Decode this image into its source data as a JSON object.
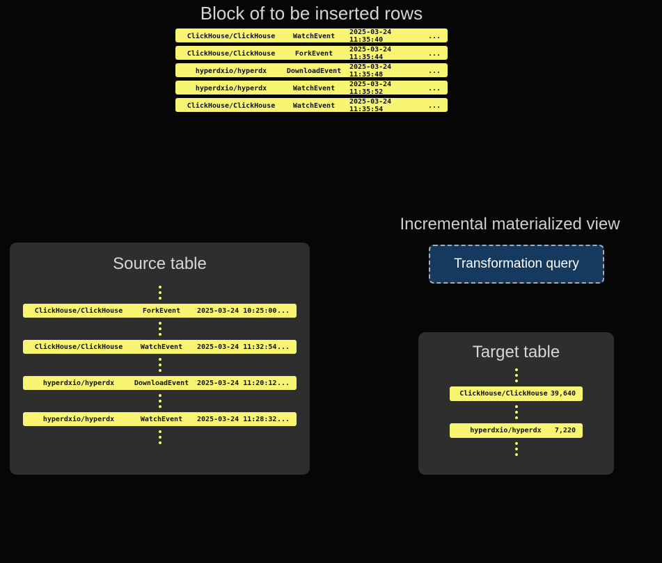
{
  "colors": {
    "background": "#060606",
    "row_yellow": "#F8F572",
    "panel_bg": "#2e2e2e",
    "heading_text": "#d4d4d4",
    "query_box_bg": "#16395e",
    "query_box_border": "#a7adb3",
    "row_text": "#101010"
  },
  "insert_block": {
    "title": "Block of to be inserted rows",
    "rows": [
      {
        "repo": "ClickHouse/ClickHouse",
        "event": "WatchEvent",
        "timestamp": "2025-03-24 11:35:40",
        "more": "..."
      },
      {
        "repo": "ClickHouse/ClickHouse",
        "event": "ForkEvent",
        "timestamp": "2025-03-24 11:35:44",
        "more": "..."
      },
      {
        "repo": "hyperdxio/hyperdx",
        "event": "DownloadEvent",
        "timestamp": "2025-03-24 11:35:48",
        "more": "..."
      },
      {
        "repo": "hyperdxio/hyperdx",
        "event": "WatchEvent",
        "timestamp": "2025-03-24 11:35:52",
        "more": "..."
      },
      {
        "repo": "ClickHouse/ClickHouse",
        "event": "WatchEvent",
        "timestamp": "2025-03-24 11:35:54",
        "more": "..."
      }
    ]
  },
  "source_table": {
    "title": "Source table",
    "rows": [
      {
        "repo": "ClickHouse/ClickHouse",
        "event": "ForkEvent",
        "timestamp": "2025-03-24 10:25:00",
        "more": "..."
      },
      {
        "repo": "ClickHouse/ClickHouse",
        "event": "WatchEvent",
        "timestamp": "2025-03-24 11:32:54",
        "more": "..."
      },
      {
        "repo": "hyperdxio/hyperdx",
        "event": "DownloadEvent",
        "timestamp": "2025-03-24 11:20:12",
        "more": "..."
      },
      {
        "repo": "hyperdxio/hyperdx",
        "event": "WatchEvent",
        "timestamp": "2025-03-24 11:28:32",
        "more": "..."
      }
    ]
  },
  "materialized_view": {
    "title": "Incremental materialized view",
    "query_label": "Transformation query"
  },
  "target_table": {
    "title": "Target table",
    "rows": [
      {
        "repo": "ClickHouse/ClickHouse",
        "count": "39,640"
      },
      {
        "repo": "hyperdxio/hyperdx",
        "count": "7,220"
      }
    ]
  }
}
